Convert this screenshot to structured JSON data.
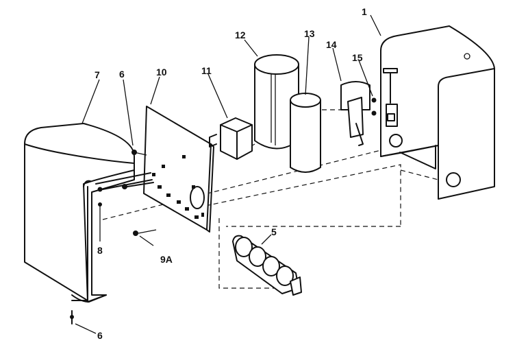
{
  "diagram": {
    "type": "exploded-parts-view",
    "callouts": {
      "c1": "1",
      "c5": "5",
      "c6a": "6",
      "c6b": "6",
      "c7": "7",
      "c8": "8",
      "c9a": "9A",
      "c10": "10",
      "c11": "11",
      "c12": "12",
      "c13": "13",
      "c14": "14",
      "c15": "15"
    }
  }
}
